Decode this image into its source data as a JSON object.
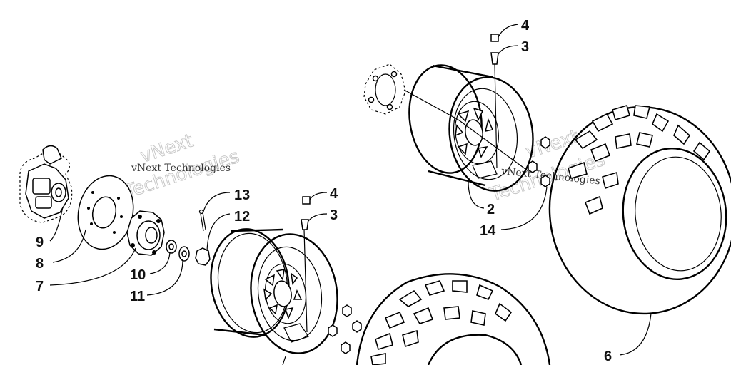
{
  "watermark": {
    "text_large_1": "vNext",
    "text_large_2": "Technologies",
    "text_small": "vNext Technologies"
  },
  "callouts": {
    "c1": "13",
    "c2": "12",
    "c3": "4",
    "c4": "3",
    "c5": "9",
    "c6": "8",
    "c7": "7",
    "c8": "10",
    "c9": "11",
    "c10": "4",
    "c11": "3",
    "c12": "2",
    "c13": "14",
    "c14": "6"
  }
}
